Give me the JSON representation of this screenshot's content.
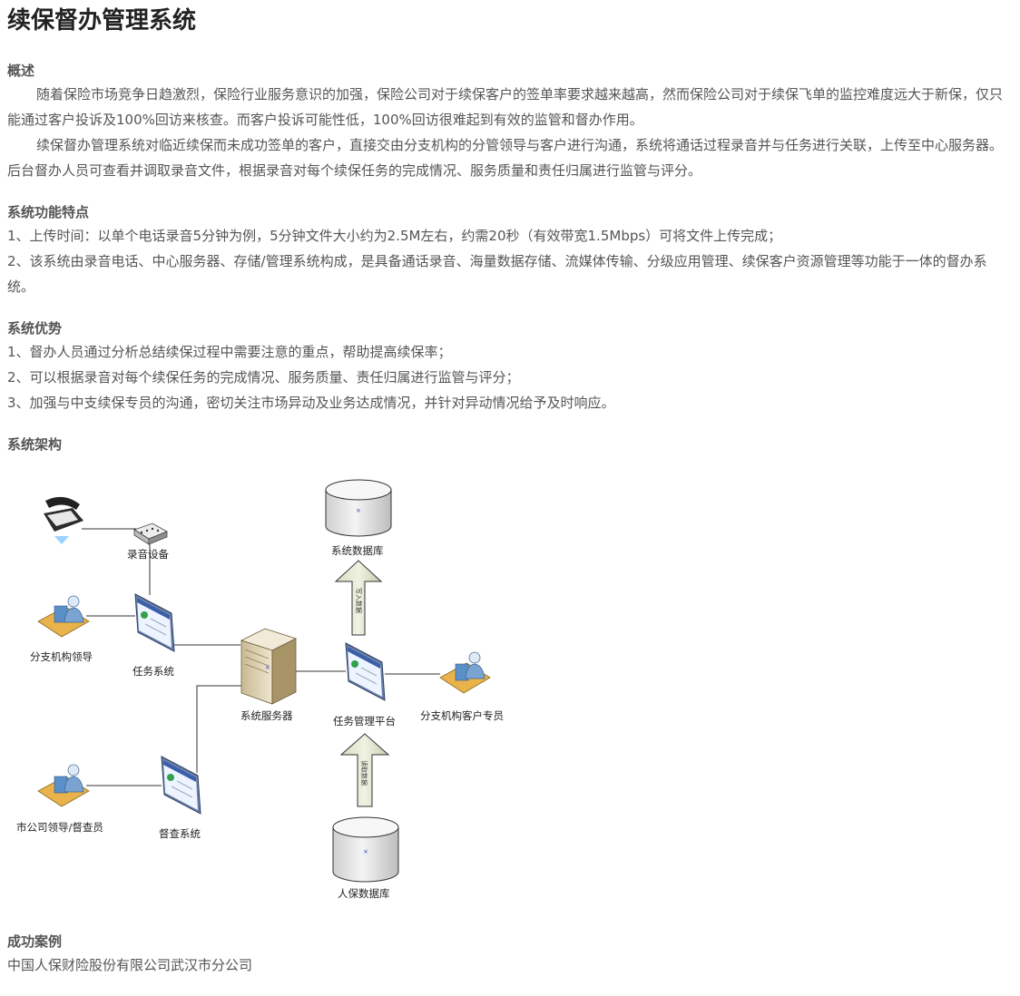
{
  "page": {
    "title": "续保督办管理系统"
  },
  "overview": {
    "heading": "概述",
    "paragraphs": [
      "随着保险市场竞争日趋激烈，保险行业服务意识的加强，保险公司对于续保客户的签单率要求越来越高，然而保险公司对于续保飞单的监控难度远大于新保，仅只能通过客户投诉及100%回访来核查。而客户投诉可能性低，100%回访很难起到有效的监管和督办作用。",
      "续保督办管理系统对临近续保而未成功签单的客户，直接交由分支机构的分管领导与客户进行沟通，系统将通话过程录音并与任务进行关联，上传至中心服务器。后台督办人员可查看并调取录音文件，根据录音对每个续保任务的完成情况、服务质量和责任归属进行监管与评分。"
    ]
  },
  "features": {
    "heading": "系统功能特点",
    "items": [
      "1、上传时间：以单个电话录音5分钟为例，5分钟文件大小约为2.5M左右，约需20秒（有效带宽1.5Mbps）可将文件上传完成；",
      "2、该系统由录音电话、中心服务器、存储/管理系统构成，是具备通话录音、海量数据存储、流媒体传输、分级应用管理、续保客户资源管理等功能于一体的督办系统。"
    ]
  },
  "advantages": {
    "heading": "系统优势",
    "items": [
      "1、督办人员通过分析总结续保过程中需要注意的重点，帮助提高续保率；",
      "2、可以根据录音对每个续保任务的完成情况、服务质量、责任归属进行监管与评分；",
      "3、加强与中支续保专员的沟通，密切关注市场异动及业务达成情况，并针对异动情况给予及时响应。"
    ]
  },
  "architecture": {
    "heading": "系统架构",
    "labels": {
      "recording_device": "录音设备",
      "branch_leader": "分支机构领导",
      "task_system": "任务系统",
      "system_server": "系统服务器",
      "system_database": "系统数据库",
      "write_data": "写入数据",
      "task_platform": "任务管理平台",
      "branch_specialist": "分支机构客户专员",
      "read_data": "读取数据",
      "picc_database": "人保数据库",
      "city_leader": "市公司领导/督查员",
      "inspection_system": "督查系统"
    }
  },
  "cases": {
    "heading": "成功案例",
    "items": [
      "中国人保财险股份有限公司武汉市分公司"
    ]
  }
}
